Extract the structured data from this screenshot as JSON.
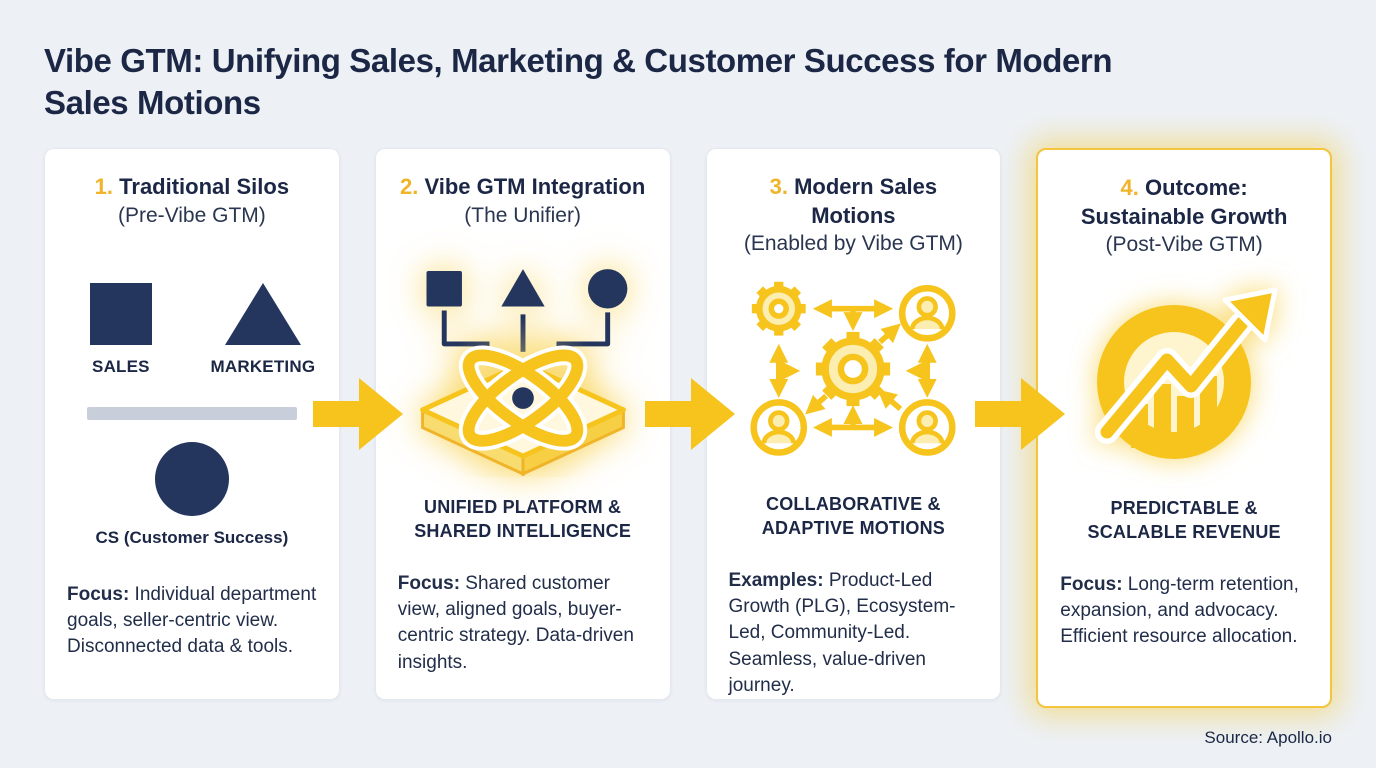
{
  "header": {
    "title_strong": "Vibe GTM:",
    "title_rest": " Unifying Sales, Marketing & Customer Success for Modern Sales Motions"
  },
  "footer": {
    "source": "Source: Apollo.io"
  },
  "colors": {
    "background": "#EDF1F6",
    "navy_shape": "#24355E",
    "text_navy": "#1B2745",
    "accent_yellow": "#F6C41C",
    "number_amber": "#F0B429",
    "divider_gray": "#C9CFDA"
  },
  "flow": {
    "arrow_icon": "right-block-arrow",
    "arrow_count": 3
  },
  "cards": [
    {
      "number": "1.",
      "title": "Traditional Silos",
      "subtitle": "(Pre-Vibe GTM)",
      "icon": "siloed-shapes",
      "label_sales": "SALES",
      "label_marketing": "MARKETING",
      "label_cs": "CS (Customer Success)",
      "body_label": "Focus:",
      "body": " Individual department goals, seller-centric view. Disconnected data & tools."
    },
    {
      "number": "2.",
      "title": "Vibe GTM Integration",
      "subtitle": "(The Unifier)",
      "icon": "unified-platform-atom",
      "caption": "UNIFIED PLATFORM & SHARED INTELLIGENCE",
      "body_label": "Focus:",
      "body": " Shared customer view, aligned goals, buyer-centric strategy. Data-driven insights."
    },
    {
      "number": "3.",
      "title": "Modern Sales Motions",
      "subtitle": "(Enabled by Vibe GTM)",
      "icon": "collaboration-network",
      "caption": "COLLABORATIVE & ADAPTIVE MOTIONS",
      "body_label": "Examples:",
      "body": " Product-Led Growth (PLG), Ecosystem-Led, Community-Led. Seamless, value-driven journey."
    },
    {
      "number": "4.",
      "title": "Outcome: Sustainable Growth",
      "subtitle": "(Post-Vibe GTM)",
      "icon": "growth-chart-arrow",
      "caption": "PREDICTABLE & SCALABLE REVENUE",
      "body_label": "Focus:",
      "body": " Long-term retention, expansion, and advocacy. Efficient resource allocation."
    }
  ]
}
